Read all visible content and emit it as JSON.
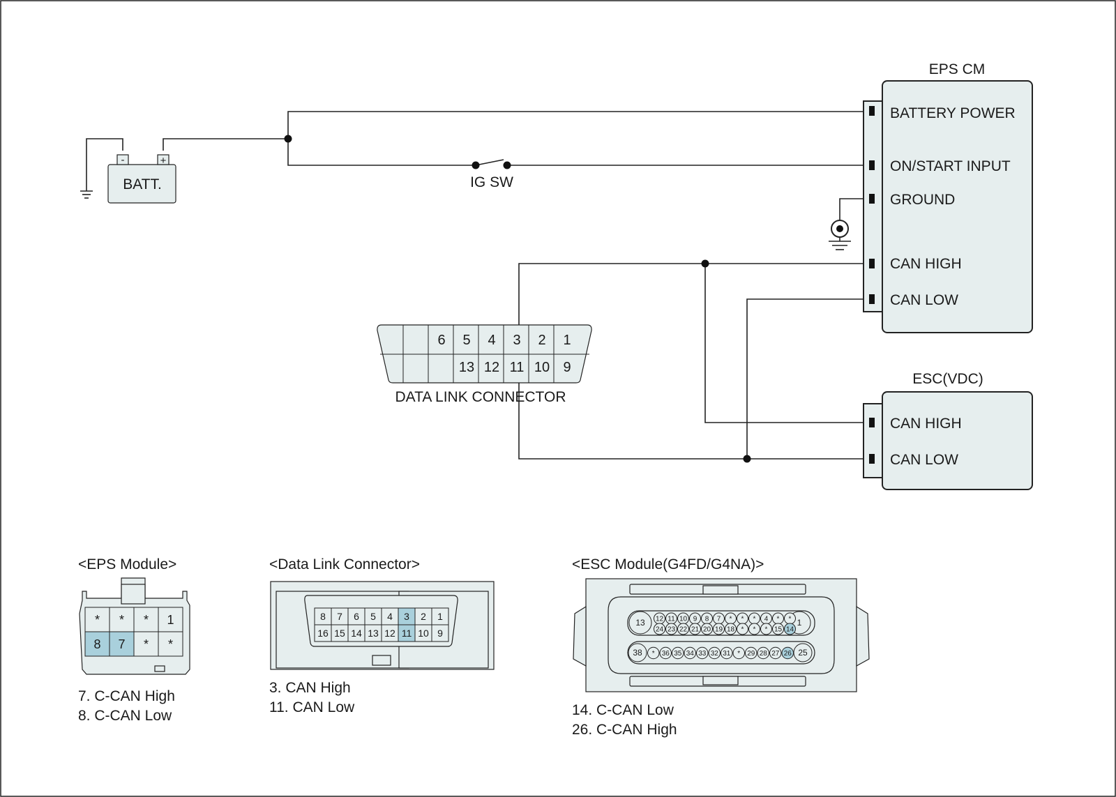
{
  "batt": {
    "label": "BATT.",
    "neg": "-",
    "pos": "+"
  },
  "ig_sw": "IG SW",
  "eps_cm": {
    "title": "EPS CM",
    "pins": [
      "BATTERY POWER",
      "ON/START INPUT",
      "GROUND",
      "CAN HIGH",
      "CAN LOW"
    ]
  },
  "esc": {
    "title": "ESC(VDC)",
    "pins": [
      "CAN HIGH",
      "CAN LOW"
    ]
  },
  "dlc": {
    "label": "DATA LINK CONNECTOR",
    "top": [
      "",
      "",
      "6",
      "5",
      "4",
      "3",
      "2",
      "1"
    ],
    "bottom": [
      "",
      "",
      "",
      "13",
      "12",
      "11",
      "10",
      "9"
    ]
  },
  "eps_module": {
    "title": "<EPS Module>",
    "row1": [
      "*",
      "*",
      "*",
      "1"
    ],
    "row2": [
      "8",
      "7",
      "*",
      "*"
    ],
    "notes": [
      "7. C-CAN High",
      "8. C-CAN Low"
    ]
  },
  "dlc_module": {
    "title": "<Data Link Connector>",
    "row1": [
      "8",
      "7",
      "6",
      "5",
      "4",
      "3",
      "2",
      "1"
    ],
    "row2": [
      "16",
      "15",
      "14",
      "13",
      "12",
      "11",
      "10",
      "9"
    ],
    "notes": [
      "3. CAN High",
      "11. CAN Low"
    ]
  },
  "esc_module": {
    "title": "<ESC Module(G4FD/G4NA)>",
    "row1_end_left": "13",
    "row1_end_right": "1",
    "row1a": [
      "12",
      "11",
      "10",
      "9",
      "8",
      "7",
      "*",
      "*",
      "*",
      "4",
      "*",
      "*"
    ],
    "row1b": [
      "24",
      "23",
      "22",
      "21",
      "20",
      "19",
      "18",
      "*",
      "*",
      "*",
      "15",
      "14"
    ],
    "row2_end_left": "38",
    "row2_end_right": "25",
    "row2": [
      "*",
      "36",
      "35",
      "34",
      "33",
      "32",
      "31",
      "*",
      "29",
      "28",
      "27",
      "26"
    ],
    "notes": [
      "14. C-CAN Low",
      "26. C-CAN High"
    ]
  },
  "colors": {
    "fill": "#e6eeee",
    "highlight": "#a9d0dc",
    "line": "#222222"
  }
}
